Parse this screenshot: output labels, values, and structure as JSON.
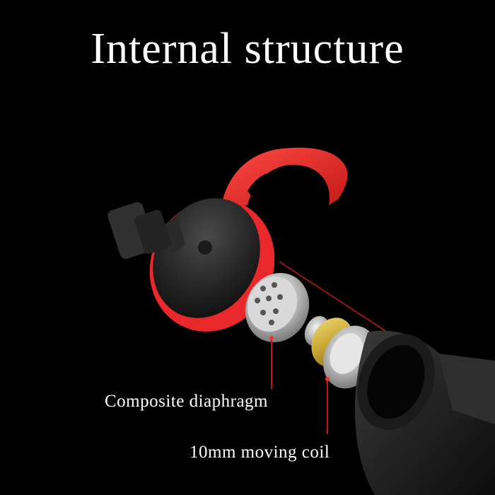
{
  "title": "Internal structure",
  "labels": {
    "diaphragm": "Composite diaphragm",
    "coil": "10mm moving coil"
  },
  "colors": {
    "background": "#000000",
    "ear_hook": "#e8282a",
    "housing": "#2a2a2a",
    "brass_ring": "#d4b43c",
    "leader_line": "#c0151a"
  }
}
